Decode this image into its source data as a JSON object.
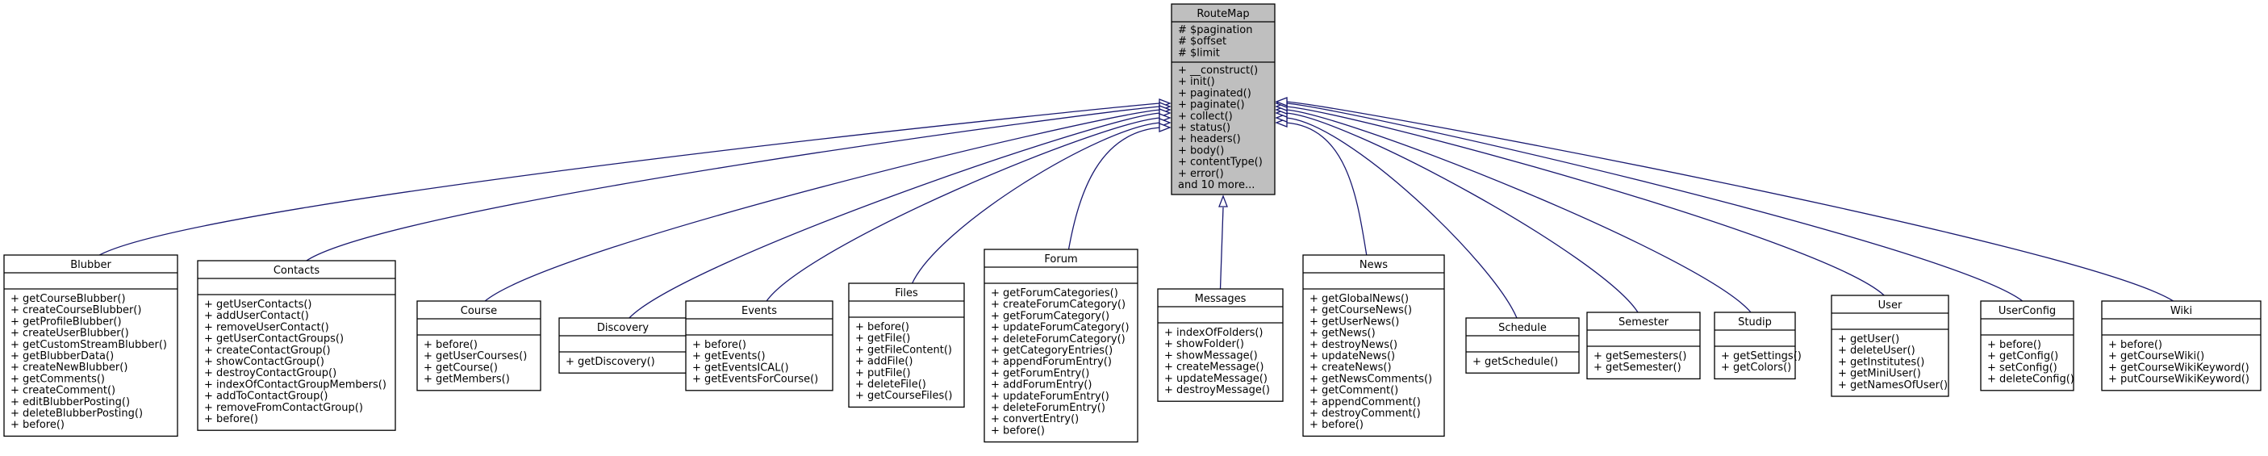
{
  "colors": {
    "edge": "#191970",
    "base_fill": "#bfbfbf",
    "box_fill": "#ffffff",
    "border": "#000000"
  },
  "base": {
    "name": "RouteMap",
    "attributes": [
      "# $pagination",
      "# $offset",
      "# $limit"
    ],
    "methods": [
      "+ __construct()",
      "+ init()",
      "+ paginated()",
      "+ paginate()",
      "+ collect()",
      "+ status()",
      "+ headers()",
      "+ body()",
      "+ contentType()",
      "+ error()",
      "and 10 more..."
    ]
  },
  "classes": [
    {
      "name": "Blubber",
      "methods": [
        "+ getCourseBlubber()",
        "+ createCourseBlubber()",
        "+ getProfileBlubber()",
        "+ createUserBlubber()",
        "+ getCustomStreamBlubber()",
        "+ getBlubberData()",
        "+ createNewBlubber()",
        "+ getComments()",
        "+ createComment()",
        "+ editBlubberPosting()",
        "+ deleteBlubberPosting()",
        "+ before()"
      ]
    },
    {
      "name": "Contacts",
      "methods": [
        "+ getUserContacts()",
        "+ addUserContact()",
        "+ removeUserContact()",
        "+ getUserContactGroups()",
        "+ createContactGroup()",
        "+ showContactGroup()",
        "+ destroyContactGroup()",
        "+ indexOfContactGroupMembers()",
        "+ addToContactGroup()",
        "+ removeFromContactGroup()",
        "+ before()"
      ]
    },
    {
      "name": "Course",
      "methods": [
        "+ before()",
        "+ getUserCourses()",
        "+ getCourse()",
        "+ getMembers()"
      ]
    },
    {
      "name": "Discovery",
      "methods": [
        "+ getDiscovery()"
      ]
    },
    {
      "name": "Events",
      "methods": [
        "+ before()",
        "+ getEvents()",
        "+ getEventsICAL()",
        "+ getEventsForCourse()"
      ]
    },
    {
      "name": "Files",
      "methods": [
        "+ before()",
        "+ getFile()",
        "+ getFileContent()",
        "+ addFile()",
        "+ putFile()",
        "+ deleteFile()",
        "+ getCourseFiles()"
      ]
    },
    {
      "name": "Forum",
      "methods": [
        "+ getForumCategories()",
        "+ createForumCategory()",
        "+ getForumCategory()",
        "+ updateForumCategory()",
        "+ deleteForumCategory()",
        "+ getCategoryEntries()",
        "+ appendForumEntry()",
        "+ getForumEntry()",
        "+ addForumEntry()",
        "+ updateForumEntry()",
        "+ deleteForumEntry()",
        "+ convertEntry()",
        "+ before()"
      ]
    },
    {
      "name": "Messages",
      "methods": [
        "+ indexOfFolders()",
        "+ showFolder()",
        "+ showMessage()",
        "+ createMessage()",
        "+ updateMessage()",
        "+ destroyMessage()"
      ]
    },
    {
      "name": "News",
      "methods": [
        "+ getGlobalNews()",
        "+ getCourseNews()",
        "+ getUserNews()",
        "+ getNews()",
        "+ destroyNews()",
        "+ updateNews()",
        "+ createNews()",
        "+ getNewsComments()",
        "+ getComment()",
        "+ appendComment()",
        "+ destroyComment()",
        "+ before()"
      ]
    },
    {
      "name": "Schedule",
      "methods": [
        "+ getSchedule()"
      ]
    },
    {
      "name": "Semester",
      "methods": [
        "+ getSemesters()",
        "+ getSemester()"
      ]
    },
    {
      "name": "Studip",
      "methods": [
        "+ getSettings()",
        "+ getColors()"
      ]
    },
    {
      "name": "User",
      "methods": [
        "+ getUser()",
        "+ deleteUser()",
        "+ getInstitutes()",
        "+ getMiniUser()",
        "+ getNamesOfUser()"
      ]
    },
    {
      "name": "UserConfig",
      "methods": [
        "+ before()",
        "+ getConfig()",
        "+ setConfig()",
        "+ deleteConfig()"
      ]
    },
    {
      "name": "Wiki",
      "methods": [
        "+ before()",
        "+ getCourseWiki()",
        "+ getCourseWikiKeyword()",
        "+ putCourseWikiKeyword()"
      ]
    }
  ]
}
